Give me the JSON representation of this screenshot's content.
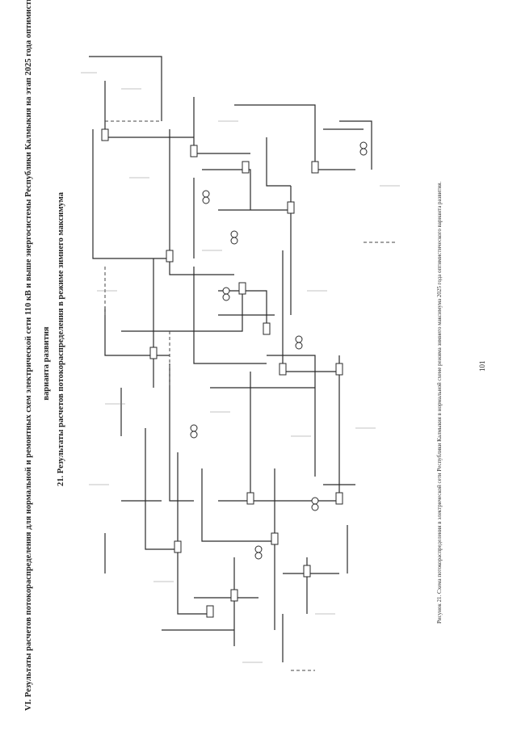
{
  "document": {
    "heading_1": "VI. Результаты расчетов потокораспределения для нормальной и ремонтных схем электрической сети 110 кВ и выше энергосистемы Республики Калмыкия на этап 2025 года оптимистического",
    "heading_1_cont": "варианта развития",
    "heading_2": "21. Результаты расчетов потокораспределения в режиме зимнего максимума",
    "caption": "Рисунок 21. Схема потокораспределения в электрической сети Республики Калмыкия в нормальной схеме режима зимнего максимума 2025 года оптимистического варианта развития.",
    "page_number": "101"
  },
  "colors": {
    "line": "#2a2a2a",
    "dashed": "#444444",
    "label": "#888888"
  }
}
